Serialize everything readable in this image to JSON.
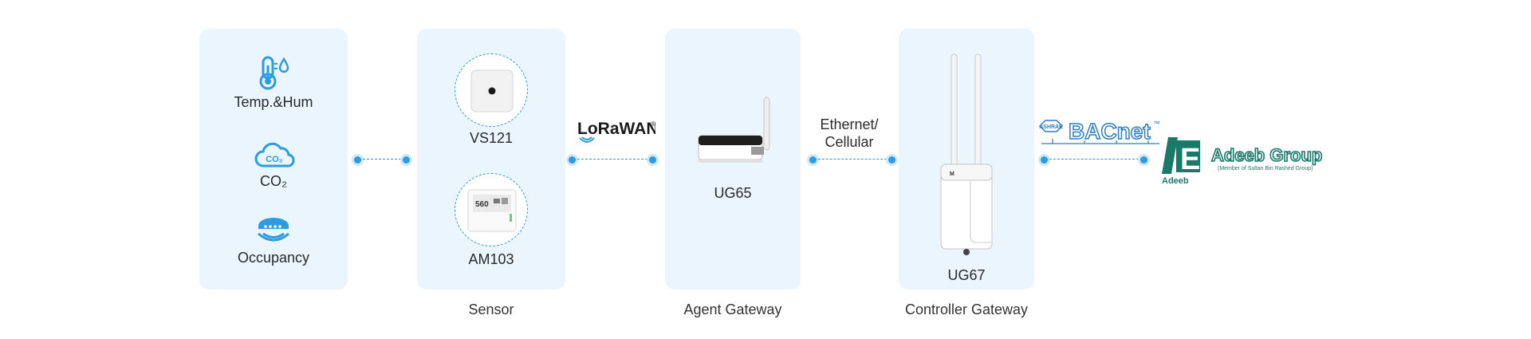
{
  "colors": {
    "accent": "#2d9be0",
    "panel_bg": "#eaf5fd",
    "adeeb_green": "#1a7a6a",
    "bacnet_blue": "#2b7fc4"
  },
  "metrics": {
    "items": [
      {
        "label": "Temp.&Hum",
        "icon": "thermometer-droplet-icon"
      },
      {
        "label": "CO₂",
        "icon": "co2-cloud-icon",
        "icon_text": "CO₂"
      },
      {
        "label": "Occupancy",
        "icon": "occupancy-sensor-icon"
      }
    ]
  },
  "sensor": {
    "devices": [
      {
        "label": "VS121"
      },
      {
        "label": "AM103",
        "screen_text": "560"
      }
    ],
    "caption": "Sensor"
  },
  "protocol": {
    "lorawan": "LoRaWAN",
    "lorawan_mark": "®"
  },
  "agent": {
    "device": "UG65",
    "caption": "Agent Gateway"
  },
  "backhaul": {
    "label_line1": "Ethernet/",
    "label_line2": "Cellular"
  },
  "controller": {
    "device": "UG67",
    "caption": "Controller Gateway"
  },
  "bacnet": {
    "logo_text": "BACnet",
    "ashrae": "ASHRAE",
    "tm": "™"
  },
  "partner": {
    "name": "Adeeb Group",
    "sub": "(Member of Sultan Bin Rashed Group)",
    "mark_letter": "E",
    "mark_word": "Adeeb"
  }
}
